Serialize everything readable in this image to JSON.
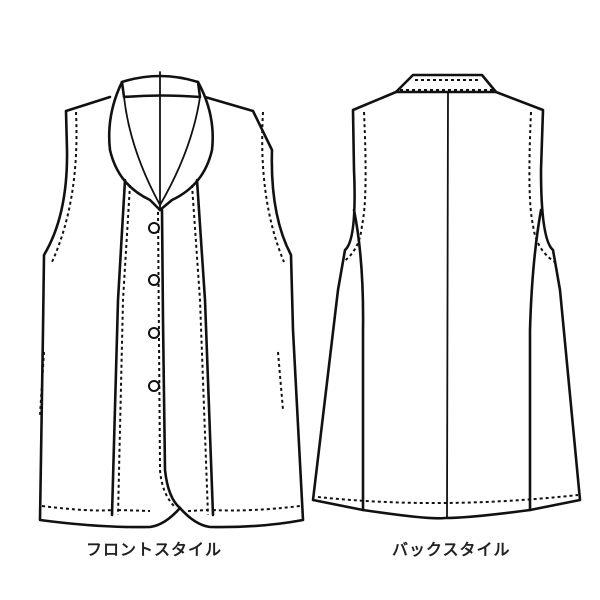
{
  "figure": {
    "title": "Vest technical flat illustration",
    "colors": {
      "line": "#111111",
      "background": "#ffffff"
    },
    "views": [
      {
        "id": "front",
        "caption": "フロントスタイル",
        "buttons": 4
      },
      {
        "id": "back",
        "caption": "バックスタイル",
        "buttons": 0
      }
    ]
  }
}
